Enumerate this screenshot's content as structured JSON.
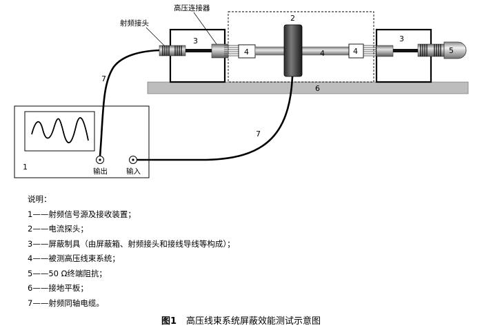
{
  "labels": {
    "rf_connector": "射频接头",
    "hv_connector": "高压连接器",
    "n2": "2",
    "n3": "3",
    "n4": "4",
    "n5": "5",
    "n6": "6",
    "n7": "7",
    "n1": "1",
    "output": "输出",
    "input": "输入"
  },
  "legend": {
    "title": "说明：",
    "items": [
      "1——射频信号源及接收装置；",
      "2——电流探头；",
      "3——屏蔽制具（由屏蔽箱、射频接头和接线导线等构成）；",
      "4——被测高压线束系统；",
      "5——50  Ω终端阻抗；",
      "6——接地平板；",
      "7——射频同轴电缆。"
    ]
  },
  "caption": {
    "fig_num": "图1",
    "text": "高压线束系统屏蔽效能测试示意图"
  }
}
